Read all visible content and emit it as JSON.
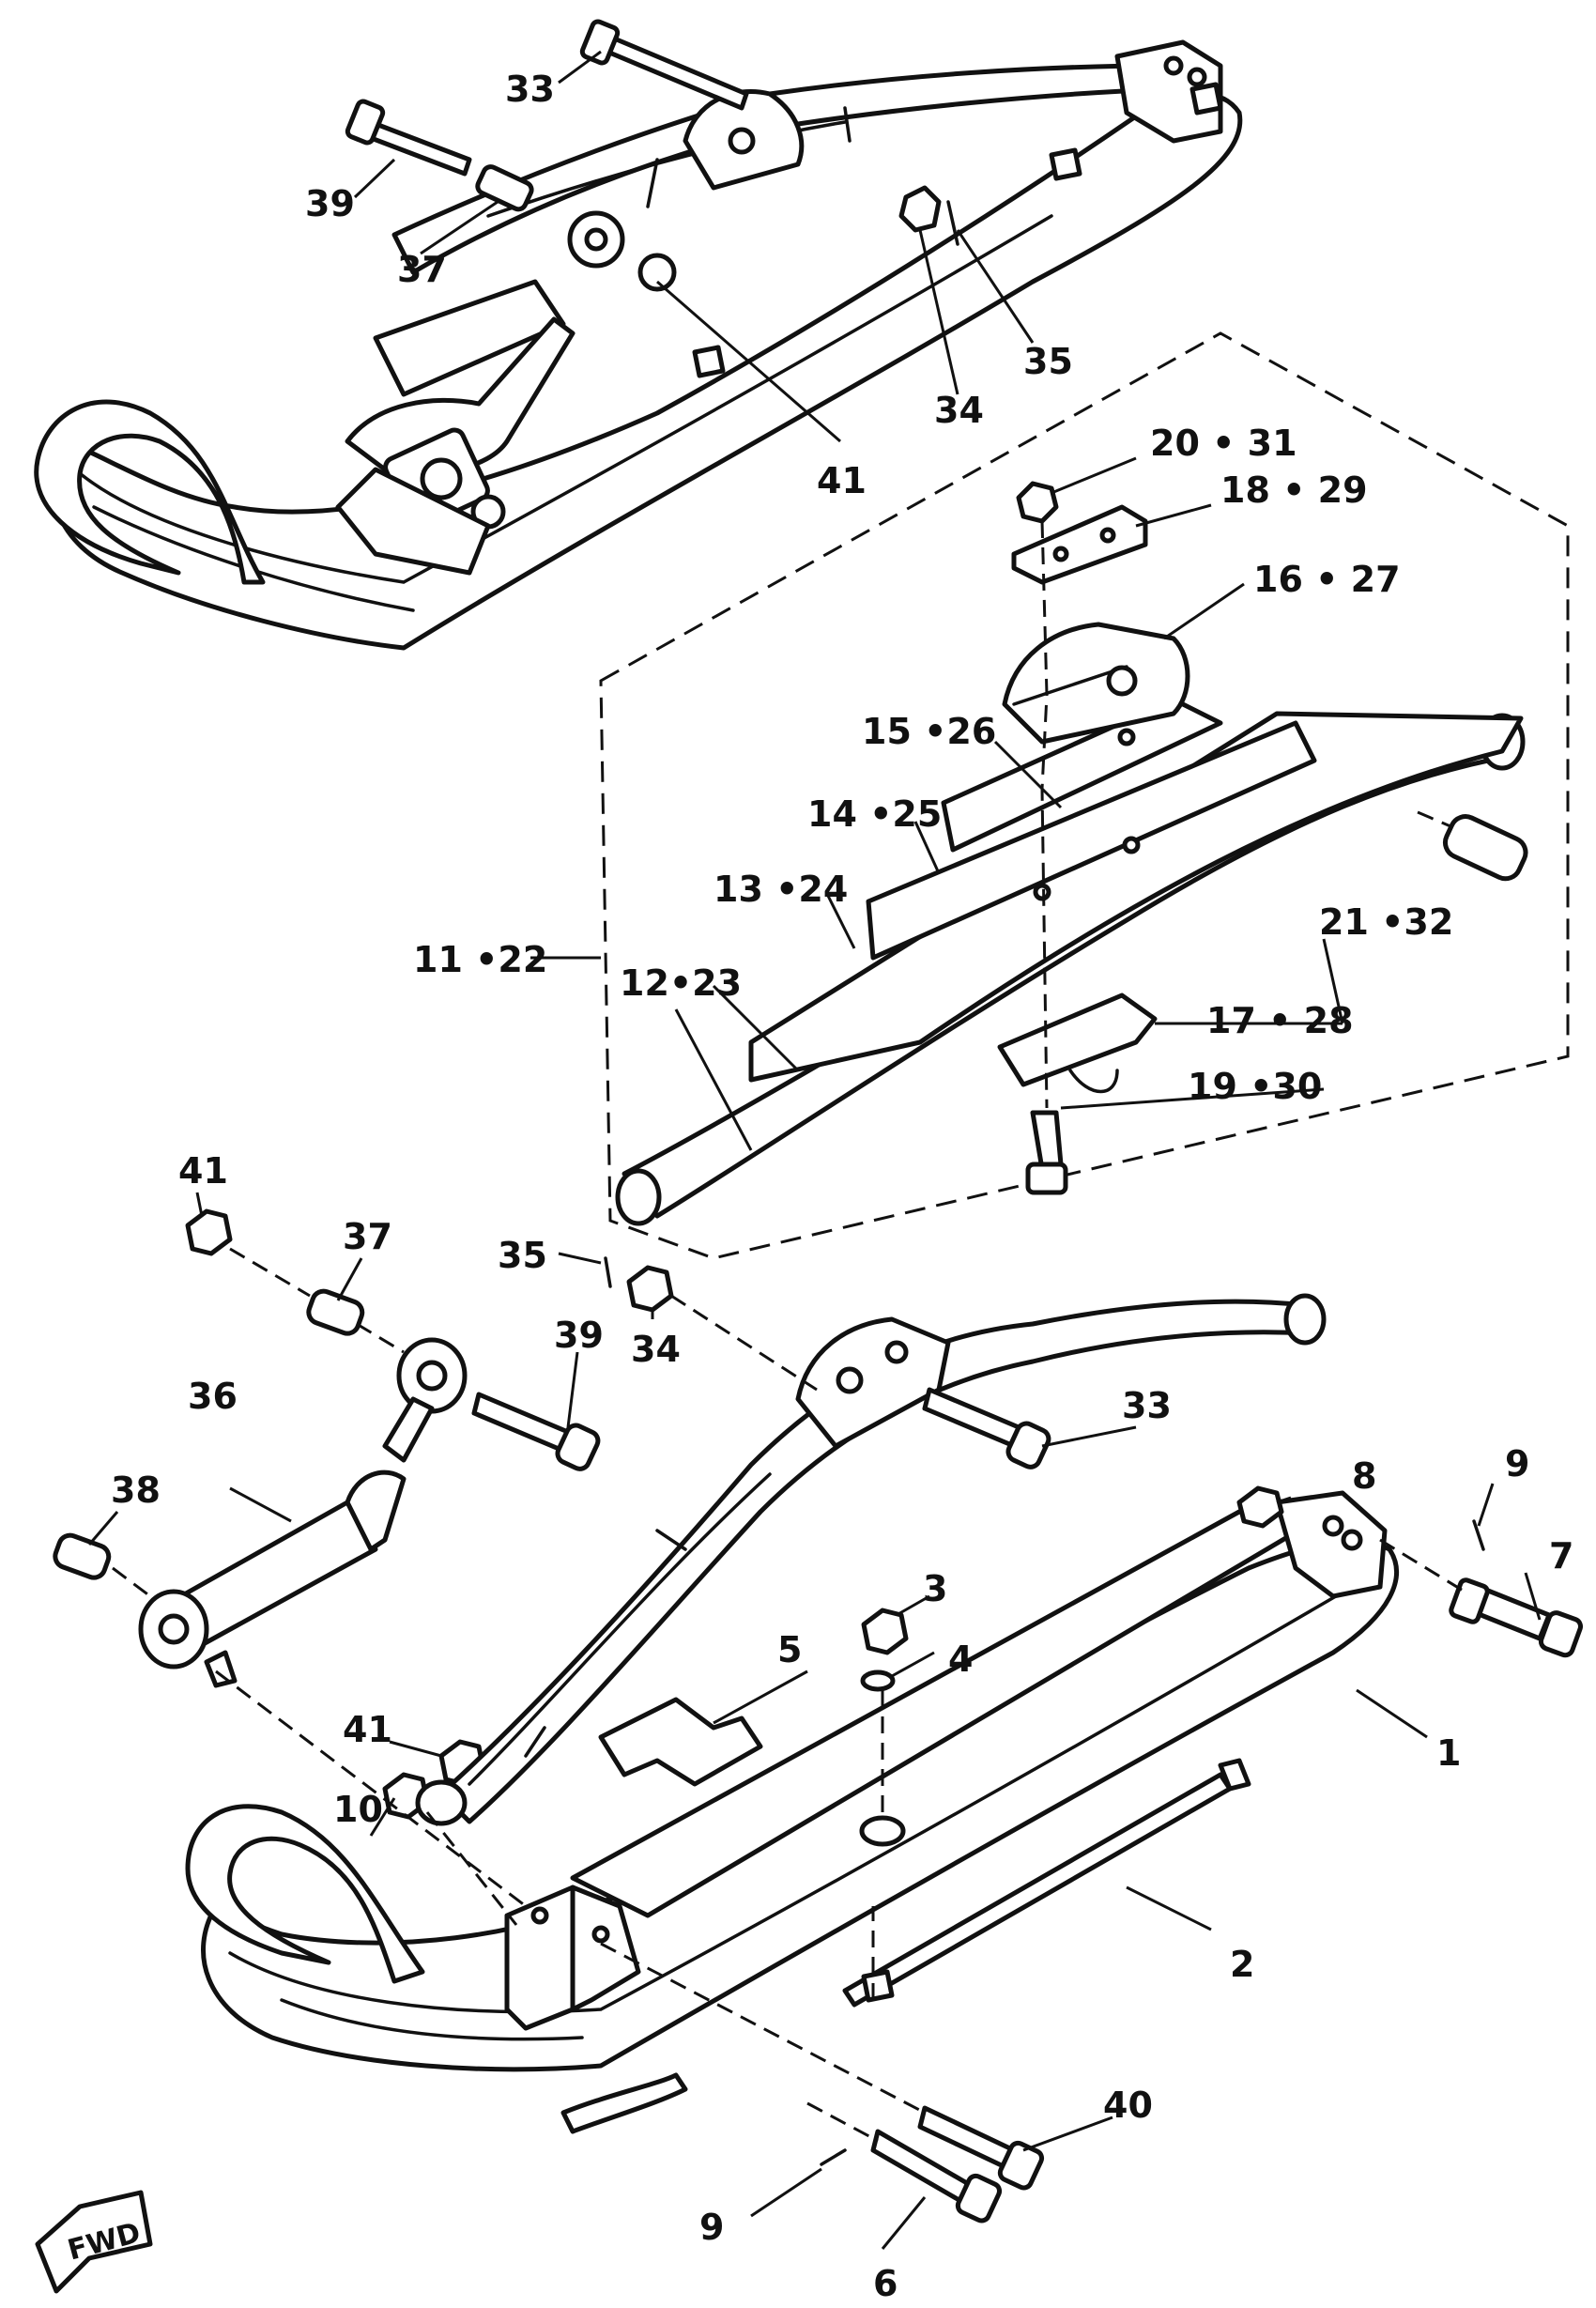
{
  "callouts": {
    "c33_top": "33",
    "c39_top": "39",
    "c37_top": "37",
    "c41_top": "41",
    "c34_top": "34",
    "c35_top": "35",
    "c20_31": "20 • 31",
    "c18_29": "18 • 29",
    "c16_27": "16 • 27",
    "c15_26": "15 •26",
    "c14_25": "14 •25",
    "c13_24": "13 •24",
    "c12_23": "12•23",
    "c11_22": "11 •22",
    "c21_32": "21 •32",
    "c17_28": "17 • 28",
    "c19_30": "19 •30",
    "c41_mid": "41",
    "c37_mid": "37",
    "c35_mid": "35",
    "c34_mid": "34",
    "c39_mid": "39",
    "c36": "36",
    "c33_mid": "33",
    "c38": "38",
    "c8": "8",
    "c9_right": "9",
    "c7": "7",
    "c3": "3",
    "c4": "4",
    "c5": "5",
    "c1": "1",
    "c41_low": "41",
    "c10": "10",
    "c2": "2",
    "c40": "40",
    "c9_bottom": "9",
    "c6": "6"
  },
  "fwd_label": "FWD"
}
